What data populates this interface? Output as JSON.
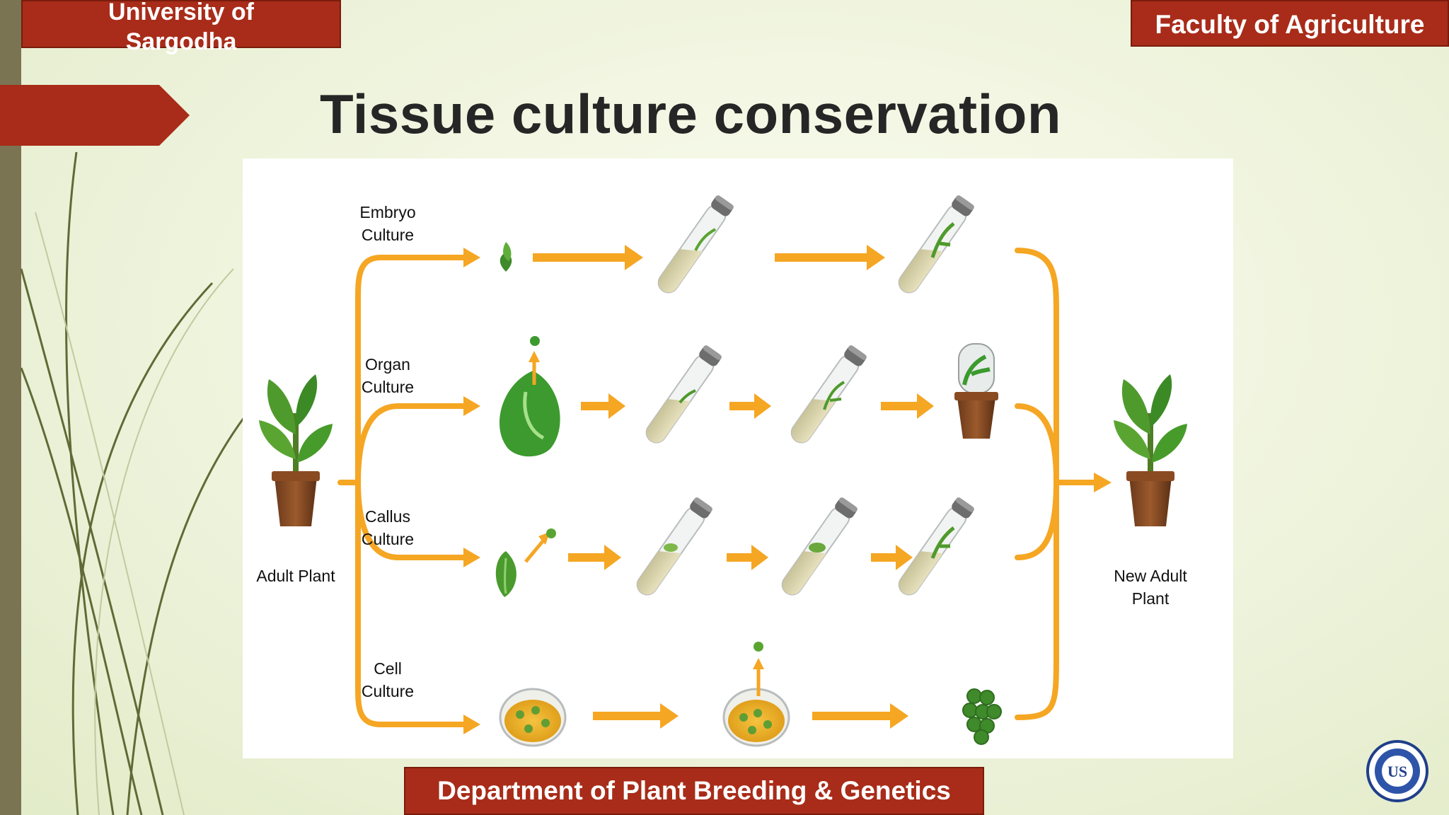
{
  "header": {
    "university_line1": "University of",
    "university_line2": "Sargodha",
    "faculty": "Faculty of Agriculture"
  },
  "slide": {
    "title": "Tissue culture conservation"
  },
  "diagram": {
    "source_label": "Adult Plant",
    "result_label": "New Adult Plant",
    "pathways": [
      {
        "line1": "Embryo",
        "line2": "Culture"
      },
      {
        "line1": "Organ",
        "line2": "Culture"
      },
      {
        "line1": "Callus",
        "line2": "Culture"
      },
      {
        "line1": "Cell",
        "line2": "Culture"
      }
    ]
  },
  "footer": {
    "department": "Department of Plant Breeding & Genetics"
  },
  "seal": {
    "letters": "US"
  },
  "colors": {
    "brand_red": "#a82c19",
    "arrow_orange": "#f5a623",
    "sidebar": "#7b7453"
  }
}
